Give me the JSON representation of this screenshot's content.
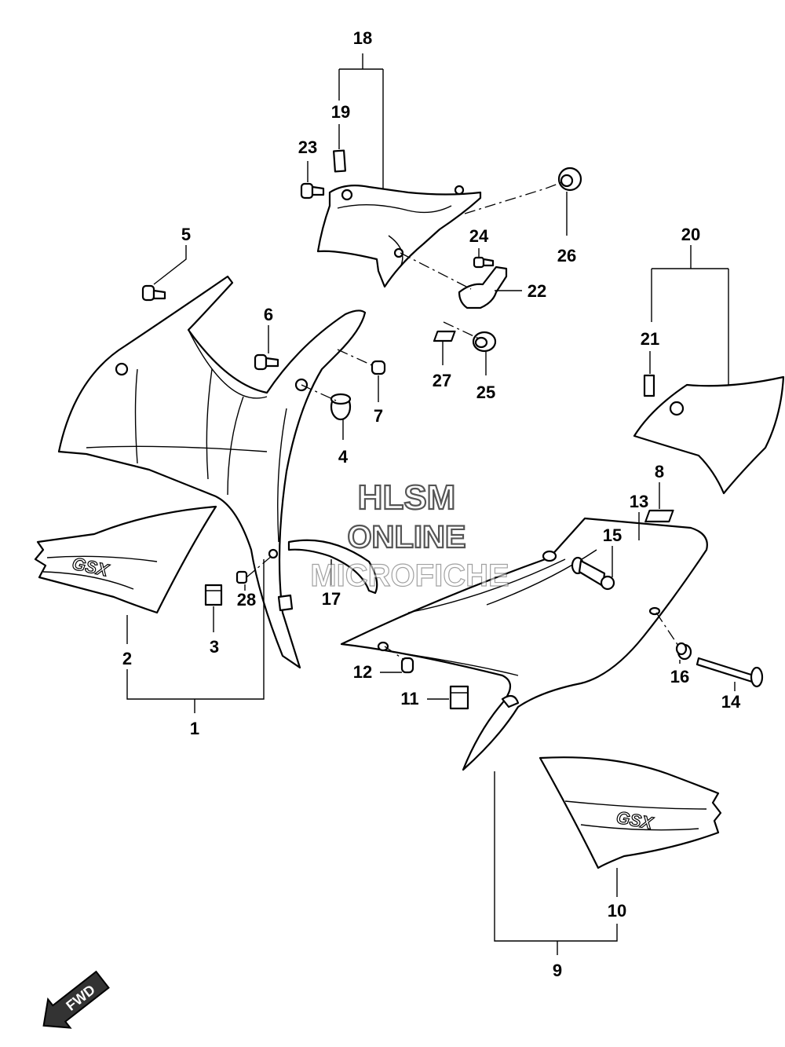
{
  "watermark": {
    "line1": "HLSM",
    "line2": "ONLINE",
    "line3": "MICROFICHE"
  },
  "direction_arrow": {
    "label": "FWD",
    "icon": "forward-arrow-icon"
  },
  "decal_text": {
    "logo": "GSX"
  },
  "callouts": {
    "c1": "1",
    "c2": "2",
    "c3": "3",
    "c4": "4",
    "c5": "5",
    "c6": "6",
    "c7": "7",
    "c8": "8",
    "c9": "9",
    "c10": "10",
    "c11": "11",
    "c12": "12",
    "c13": "13",
    "c14": "14",
    "c15": "15",
    "c16": "16",
    "c17": "17",
    "c18": "18",
    "c19": "19",
    "c20": "20",
    "c21": "21",
    "c22": "22",
    "c23": "23",
    "c24": "24",
    "c25": "25",
    "c26": "26",
    "c27": "27",
    "c28": "28"
  }
}
